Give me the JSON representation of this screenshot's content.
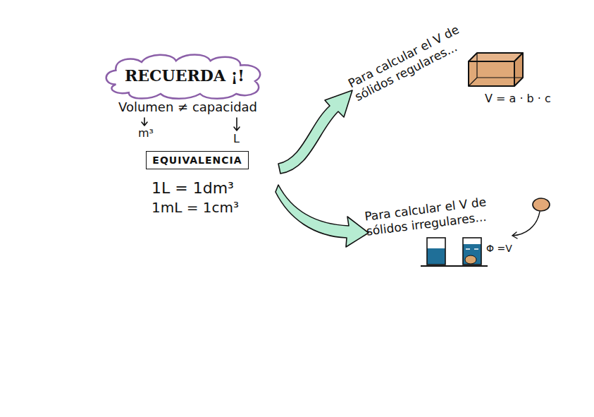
{
  "diagram": {
    "nodes": [
      {
        "text": [
          "RECUERDA ¡!"
        ]
      },
      {
        "text": [
          "EQUIVALENCIA"
        ]
      }
    ],
    "labels": [
      "Volumen ≠ capacidad",
      "m³",
      "L",
      "1L = 1dm³",
      "1mL = 1cm³",
      "Para calcular el V de sólidos regulares...",
      "V = a · b · c",
      "Para calcular el V de sólidos irregulares...",
      "Φ =V"
    ]
  }
}
